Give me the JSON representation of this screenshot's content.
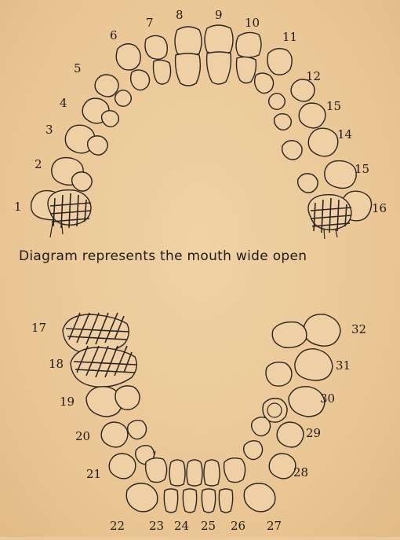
{
  "caption": "Diagram represents the mouth wide open",
  "upper_numbers": [
    "1",
    "2",
    "3",
    "4",
    "5",
    "6",
    "7",
    "8",
    "9",
    "10",
    "11",
    "12",
    "15",
    "14",
    "15",
    "16"
  ],
  "lower_numbers": [
    "17",
    "18",
    "19",
    "20",
    "21",
    "22",
    "23",
    "24",
    "25",
    "26",
    "27",
    "28",
    "29",
    "30",
    "31",
    "32"
  ]
}
